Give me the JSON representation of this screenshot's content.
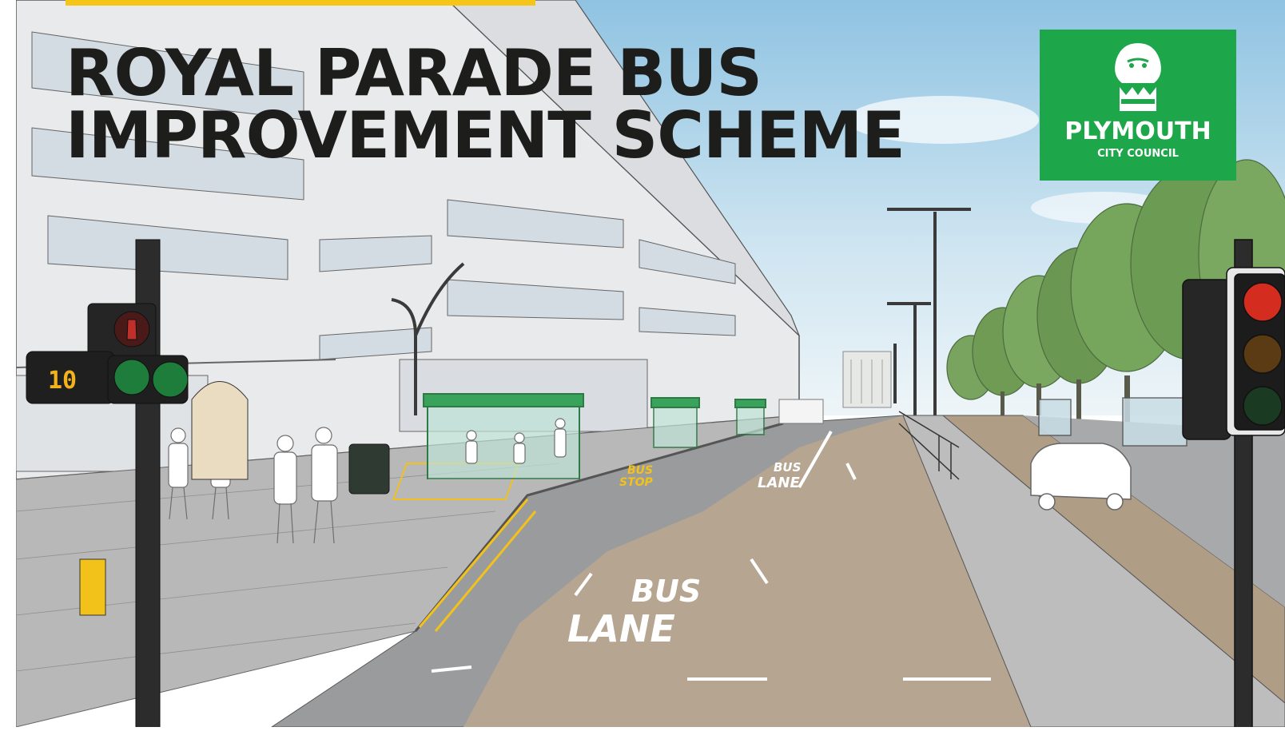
{
  "title": {
    "line1": "ROYAL PARADE BUS",
    "line2": "IMPROVEMENT SCHEME"
  },
  "logo": {
    "name": "PLYMOUTH",
    "subtitle": "CITY COUNCIL",
    "background": "#1ea64a"
  },
  "road_markings": {
    "bus_lane_line1": "BUS",
    "bus_lane_line2": "LANE",
    "far_bus_lane_line1": "BUS",
    "far_bus_lane_line2": "LANE",
    "bus_stop_line1": "BUS",
    "bus_stop_line2": "STOP"
  },
  "signals": {
    "countdown": "10"
  },
  "colors": {
    "accent_bar": "#f5c518",
    "title_text": "#1d1d1b",
    "bus_lane": "#b5a591",
    "road": "#9a9b9d",
    "shelter": "#3aa35b"
  }
}
